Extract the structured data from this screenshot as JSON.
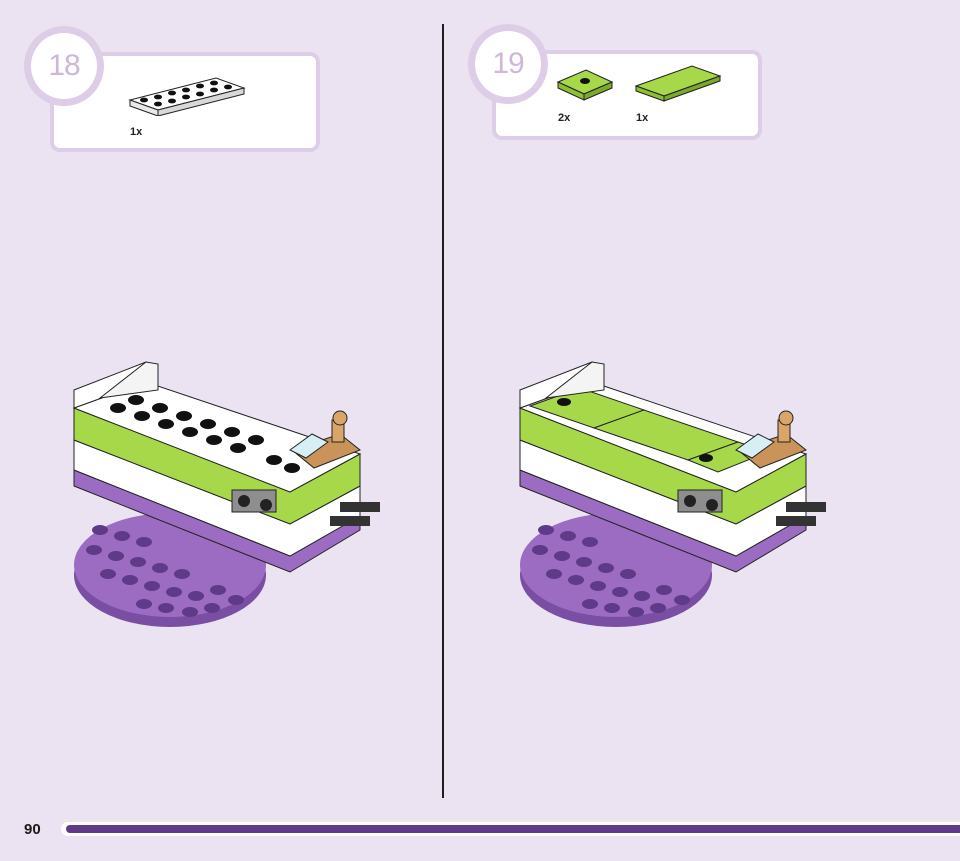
{
  "page": {
    "number": "90"
  },
  "steps": [
    {
      "number": "18",
      "parts": [
        {
          "quantity": "1x",
          "part": "white-plate-2x6"
        }
      ]
    },
    {
      "number": "19",
      "parts": [
        {
          "quantity": "2x",
          "part": "lime-plate-with-stud"
        },
        {
          "quantity": "1x",
          "part": "lime-tile"
        }
      ]
    }
  ],
  "colors": {
    "background": "#ebe3f1",
    "accent_purple": "#5f3a88",
    "frame_lavender": "#ddcde7",
    "lime": "#a6d84a",
    "plate_purple": "#9b6cc1"
  }
}
